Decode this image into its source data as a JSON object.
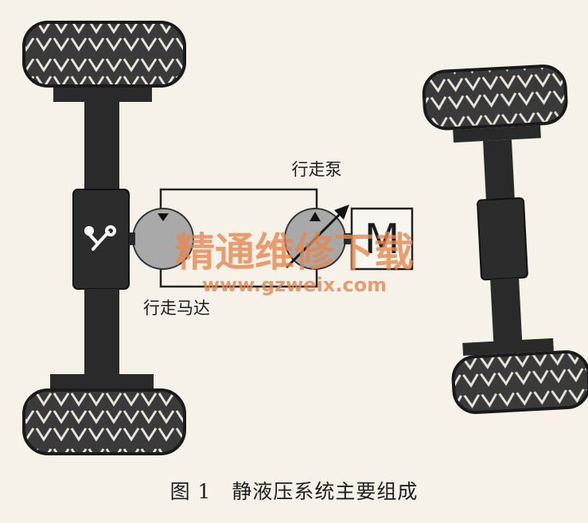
{
  "diagram": {
    "label_pump": "行走泵",
    "label_motor": "行走马达",
    "label_m": "M",
    "watermark_cn": "精通维修下载",
    "watermark_url": "www.gzweix.com"
  },
  "caption": {
    "figure_no": "图 1",
    "title": "静液压系统主要组成"
  },
  "colors": {
    "tire": "#303030",
    "axle": "#2a2a2a",
    "component_grey": "#a9a9a9",
    "watermark": "#e7874f"
  },
  "icons": [
    "hydraulic-motor-symbol-icon",
    "pump-variable-arrow-icon"
  ]
}
